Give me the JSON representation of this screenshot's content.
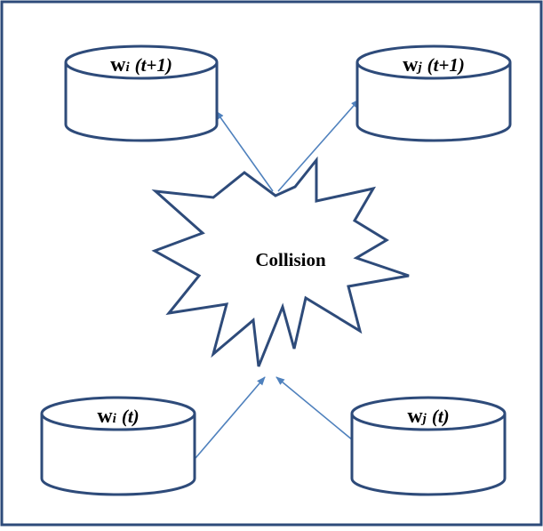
{
  "diagram": {
    "colors": {
      "stroke": "#2e4b7a",
      "arrow": "#4f81bd",
      "frame": "#2e4b7a",
      "fill": "#ffffff"
    },
    "center": {
      "label": "Collision"
    },
    "nodes": {
      "wi_next": {
        "base": "w",
        "sub": "i",
        "time": "(t+1)"
      },
      "wj_next": {
        "base": "w",
        "sub": "j",
        "time": "(t+1)"
      },
      "wi_now": {
        "base": "w",
        "sub": "i",
        "time": "(t)"
      },
      "wj_now": {
        "base": "w",
        "sub": "j",
        "time": "(t)"
      }
    }
  }
}
